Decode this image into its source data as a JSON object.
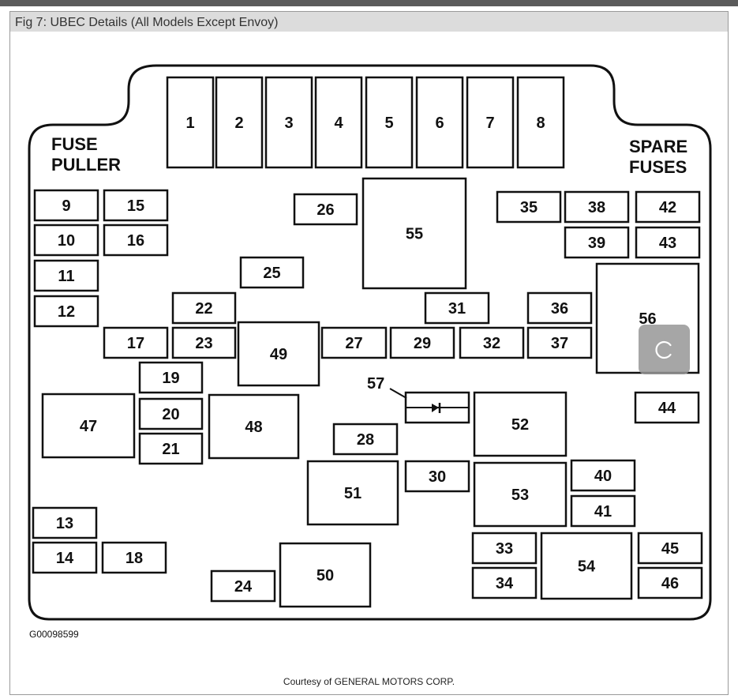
{
  "caption": "Fig 7: UBEC Details (All Models Except Envoy)",
  "labels": {
    "fuse_puller_1": "FUSE",
    "fuse_puller_2": "PULLER",
    "spare_fuses_1": "SPARE",
    "spare_fuses_2": "FUSES",
    "component_57": "57"
  },
  "fuse_numbers": [
    "1",
    "2",
    "3",
    "4",
    "5",
    "6",
    "7",
    "8",
    "9",
    "10",
    "11",
    "12",
    "13",
    "14",
    "15",
    "16",
    "17",
    "18",
    "19",
    "20",
    "21",
    "22",
    "23",
    "24",
    "25",
    "26",
    "27",
    "28",
    "29",
    "30",
    "31",
    "32",
    "33",
    "34",
    "35",
    "36",
    "37",
    "38",
    "39",
    "40",
    "41",
    "42",
    "43",
    "44",
    "45",
    "46",
    "47",
    "48",
    "49",
    "50",
    "51",
    "52",
    "53",
    "54",
    "55",
    "56"
  ],
  "figure_code": "G00098599",
  "courtesy": "Courtesy of GENERAL MOTORS CORP.",
  "icons": {
    "loader": "refresh-spinner-icon"
  },
  "colors": {
    "caption_bar": "#dcdcdc",
    "outline": "#111111",
    "overlay": "#969696"
  }
}
